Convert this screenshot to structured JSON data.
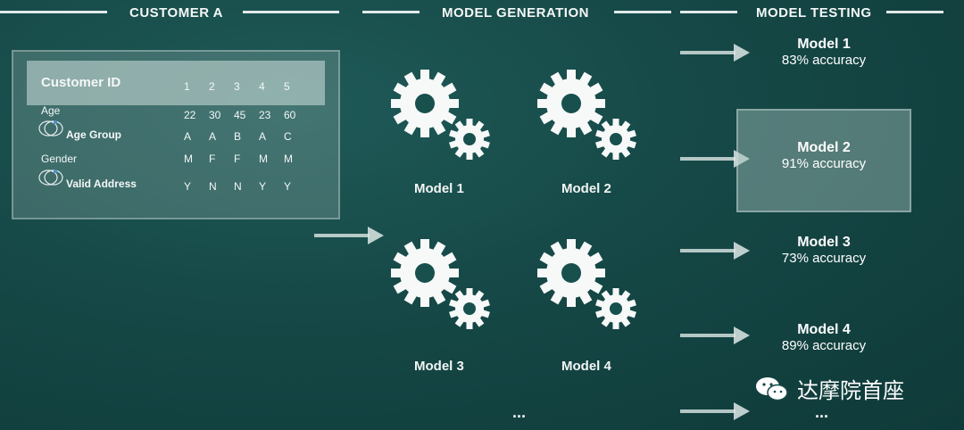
{
  "headers": {
    "customer": "CUSTOMER A",
    "generation": "MODEL GENERATION",
    "testing": "MODEL TESTING"
  },
  "table": {
    "title": "Customer ID",
    "ids": [
      "1",
      "2",
      "3",
      "4",
      "5"
    ],
    "rows": [
      {
        "label": "Age",
        "values": [
          "22",
          "30",
          "45",
          "23",
          "60"
        ]
      },
      {
        "label": "Age Group",
        "values": [
          "A",
          "A",
          "B",
          "A",
          "C"
        ]
      },
      {
        "label": "Gender",
        "values": [
          "M",
          "F",
          "F",
          "M",
          "M"
        ]
      },
      {
        "label": "Valid Address",
        "values": [
          "Y",
          "N",
          "N",
          "Y",
          "Y"
        ]
      }
    ]
  },
  "models": [
    "Model 1",
    "Model 2",
    "Model 3",
    "Model 4"
  ],
  "ellipsis": "...",
  "results": [
    {
      "name": "Model 1",
      "accuracy": "83% accuracy"
    },
    {
      "name": "Model 2",
      "accuracy": "91% accuracy"
    },
    {
      "name": "Model 3",
      "accuracy": "73% accuracy"
    },
    {
      "name": "Model 4",
      "accuracy": "89% accuracy"
    }
  ],
  "results_ellipsis": "...",
  "watermark": "达摩院首座",
  "colors": {
    "background": "#154846",
    "panel": "#a0b9b6",
    "arrow": "#dde8e6"
  }
}
